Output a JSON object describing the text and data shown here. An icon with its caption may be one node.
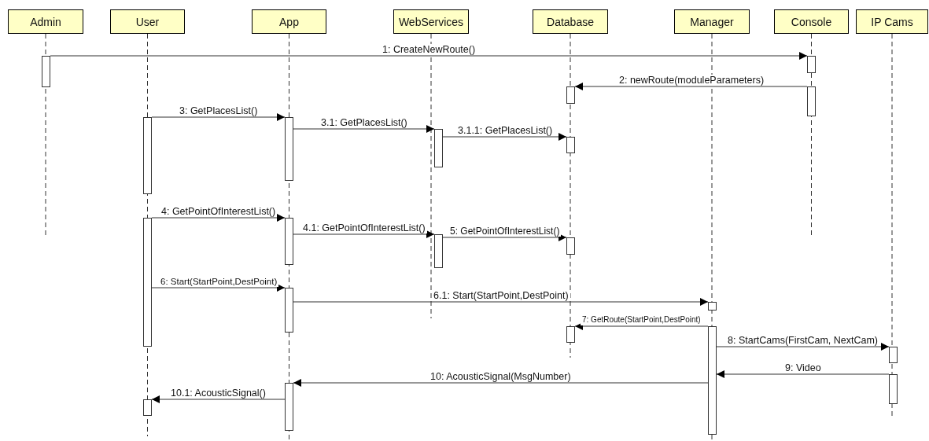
{
  "diagram": {
    "nodes": [
      {
        "text": [
          "Admin"
        ]
      },
      {
        "text": [
          "User"
        ]
      },
      {
        "text": [
          "App"
        ]
      },
      {
        "text": [
          "WebServices"
        ]
      },
      {
        "text": [
          "Database"
        ]
      },
      {
        "text": [
          "Manager"
        ]
      },
      {
        "text": [
          "Console"
        ]
      },
      {
        "text": [
          "IP Cams"
        ]
      },
      {
        "text": [],
        "shape": "bar"
      },
      {
        "text": [],
        "shape": "bar"
      },
      {
        "text": [],
        "shape": "bar"
      },
      {
        "text": [],
        "shape": "bar"
      },
      {
        "text": [],
        "shape": "bar"
      },
      {
        "text": [],
        "shape": "bar"
      },
      {
        "text": [],
        "shape": "bar"
      },
      {
        "text": [],
        "shape": "bar"
      },
      {
        "text": [],
        "shape": "bar"
      },
      {
        "text": [],
        "shape": "bar"
      },
      {
        "text": [],
        "shape": "bar"
      },
      {
        "text": [],
        "shape": "bar"
      },
      {
        "text": [],
        "shape": "bar"
      },
      {
        "text": [],
        "shape": "bar"
      },
      {
        "text": [],
        "shape": "bar"
      },
      {
        "text": [],
        "shape": "bar"
      },
      {
        "text": [],
        "shape": "bar"
      },
      {
        "text": [],
        "shape": "bar"
      },
      {
        "text": [],
        "shape": "bar"
      },
      {
        "text": [],
        "shape": "bar"
      }
    ],
    "edges": [
      {
        "from": 8,
        "to": 9,
        "arrow": "to",
        "label": "1: CreateNewRoute()"
      },
      {
        "from": 10,
        "to": 11,
        "arrow": "to",
        "label": "2: newRoute(moduleParameters)"
      },
      {
        "from": 12,
        "to": 13,
        "arrow": "to",
        "label": "3: GetPlacesList()"
      },
      {
        "from": 13,
        "to": 14,
        "arrow": "to",
        "label": "3.1: GetPlacesList()"
      },
      {
        "from": 14,
        "to": 15,
        "arrow": "to",
        "label": "3.1.1: GetPlacesList()"
      },
      {
        "from": 16,
        "to": 17,
        "arrow": "to",
        "label": "4: GetPointOfInterestList()"
      },
      {
        "from": 17,
        "to": 18,
        "arrow": "to",
        "label": "4.1: GetPointOfInterestList()"
      },
      {
        "from": 18,
        "to": 19,
        "arrow": "to",
        "label": "5: GetPointOfInterestList()"
      },
      {
        "from": 16,
        "to": 20,
        "arrow": "to",
        "label": "6: Start(StartPoint,DestPoint)"
      },
      {
        "from": 20,
        "to": 21,
        "arrow": "to",
        "label": "6.1: Start(StartPoint,DestPoint)"
      },
      {
        "from": 22,
        "to": 23,
        "arrow": "to",
        "label": "7: GetRoute(StartPoint,DestPoint)"
      },
      {
        "from": 22,
        "to": 24,
        "arrow": "to",
        "label": "8: StartCams(FirstCam, NextCam)"
      },
      {
        "from": 25,
        "to": 22,
        "arrow": "to",
        "label": "9: Video"
      },
      {
        "from": 22,
        "to": 26,
        "arrow": "to",
        "label": "10: AcousticSignal(MsgNumber)"
      },
      {
        "from": 26,
        "to": 27,
        "arrow": "to",
        "label": "10.1: AcousticSignal()"
      }
    ]
  }
}
